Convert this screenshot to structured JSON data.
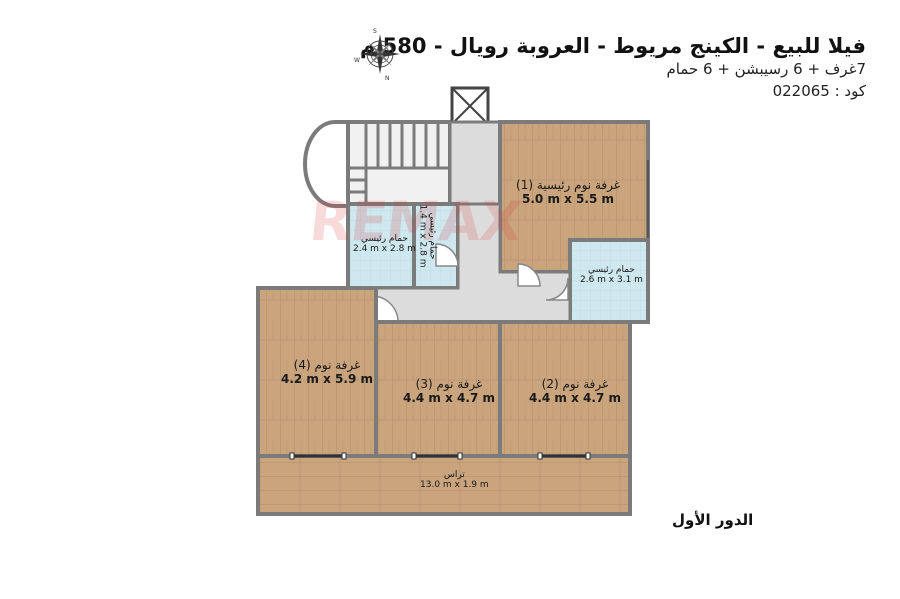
{
  "header": {
    "title": "فيلا للبيع - الكينج مريوط - العروبة رويال - 580 م",
    "subtitle": "7غرف + 6 رسيبشن + 6 حمام",
    "code": "كود : 022065"
  },
  "compass": {
    "letters": [
      "S",
      "E",
      "W",
      "N"
    ]
  },
  "watermark": "REMAX",
  "floor_label": "الدور الأول",
  "rooms": [
    {
      "id": "master1",
      "name": "غرفة نوم رئيسية (1)",
      "dims": "5.0 m x 5.5 m"
    },
    {
      "id": "bath_master_right",
      "name": "حمام رئيسي",
      "dims": "2.6 m x 3.1 m"
    },
    {
      "id": "bath_master_left",
      "name": "حمام رئيسي",
      "dims": "2.4 m x 2.8 m"
    },
    {
      "id": "bath_master_mid",
      "name": "حمام رئيسي",
      "dims": "1.4 m x 2.8 m"
    },
    {
      "id": "bed4",
      "name": "غرفة نوم (4)",
      "dims": "4.2 m x 5.9 m"
    },
    {
      "id": "bed3",
      "name": "غرفة نوم (3)",
      "dims": "4.4 m x 4.7 m"
    },
    {
      "id": "bed2",
      "name": "غرفة نوم (2)",
      "dims": "4.4 m x 4.7 m"
    },
    {
      "id": "terrace",
      "name": "تراس",
      "dims": "13.0 m x 1.9 m"
    }
  ],
  "colors": {
    "wood": "#c9a47d",
    "tile": "#c8e3ea",
    "wall": "#7b7b7b",
    "hall": "#dcdcdc"
  }
}
